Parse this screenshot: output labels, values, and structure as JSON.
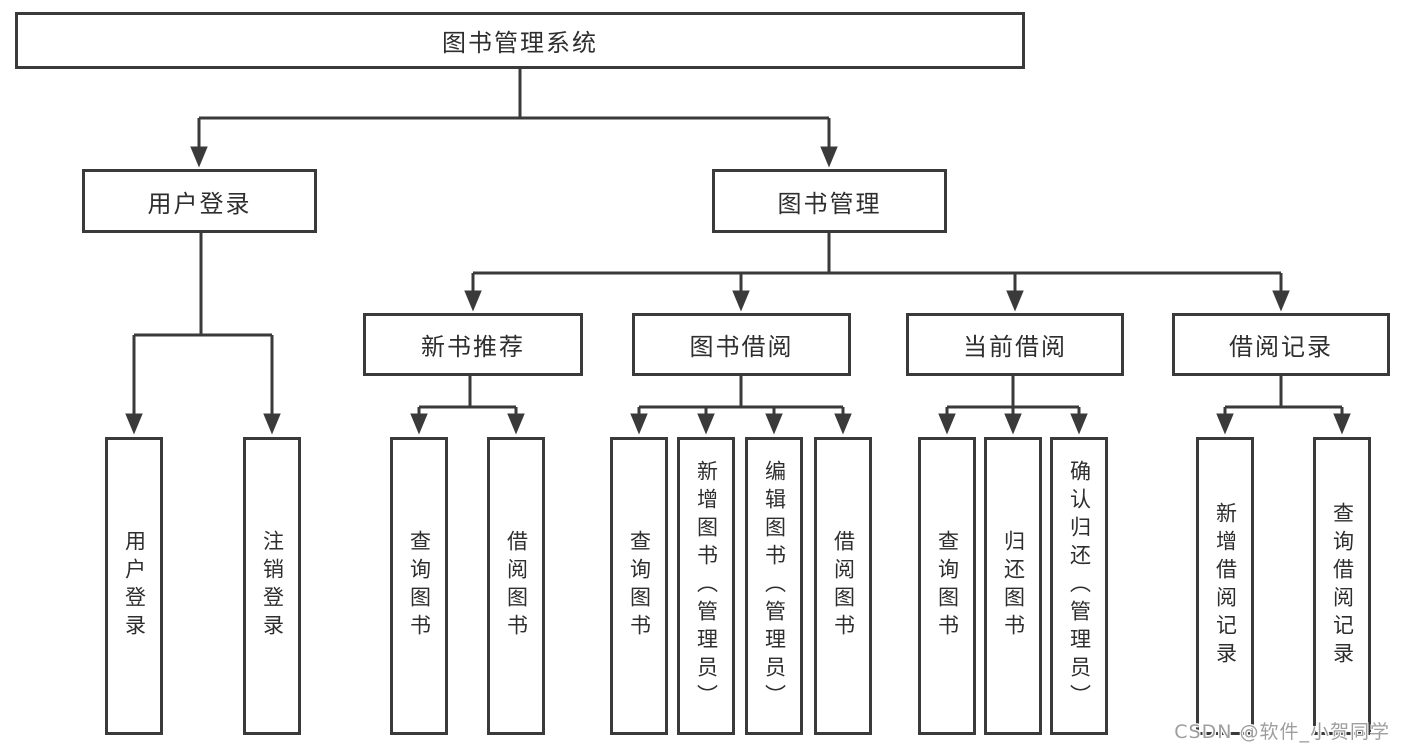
{
  "diagram_title": "图书管理系统",
  "tree": {
    "label": "图书管理系统",
    "children": [
      {
        "label": "用户登录",
        "children": [
          {
            "label": "用户登录"
          },
          {
            "label": "注销登录"
          }
        ]
      },
      {
        "label": "图书管理",
        "children": [
          {
            "label": "新书推荐",
            "children": [
              {
                "label": "查询图书"
              },
              {
                "label": "借阅图书"
              }
            ]
          },
          {
            "label": "图书借阅",
            "children": [
              {
                "label": "查询图书"
              },
              {
                "label": "新增图书（管理员）"
              },
              {
                "label": "编辑图书（管理员）"
              },
              {
                "label": "借阅图书"
              }
            ]
          },
          {
            "label": "当前借阅",
            "children": [
              {
                "label": "查询图书"
              },
              {
                "label": "归还图书"
              },
              {
                "label": "确认归还（管理员）"
              }
            ]
          },
          {
            "label": "借阅记录",
            "children": [
              {
                "label": "新增借阅记录"
              },
              {
                "label": "查询借阅记录"
              }
            ]
          }
        ]
      }
    ]
  },
  "watermark": "CSDN @软件_小贺同学",
  "colors": {
    "line": "#3a3a3a",
    "box_border": "#3a3a3a",
    "text": "#2e2e2e",
    "watermark": "#9e9e9e",
    "background": "#ffffff"
  }
}
